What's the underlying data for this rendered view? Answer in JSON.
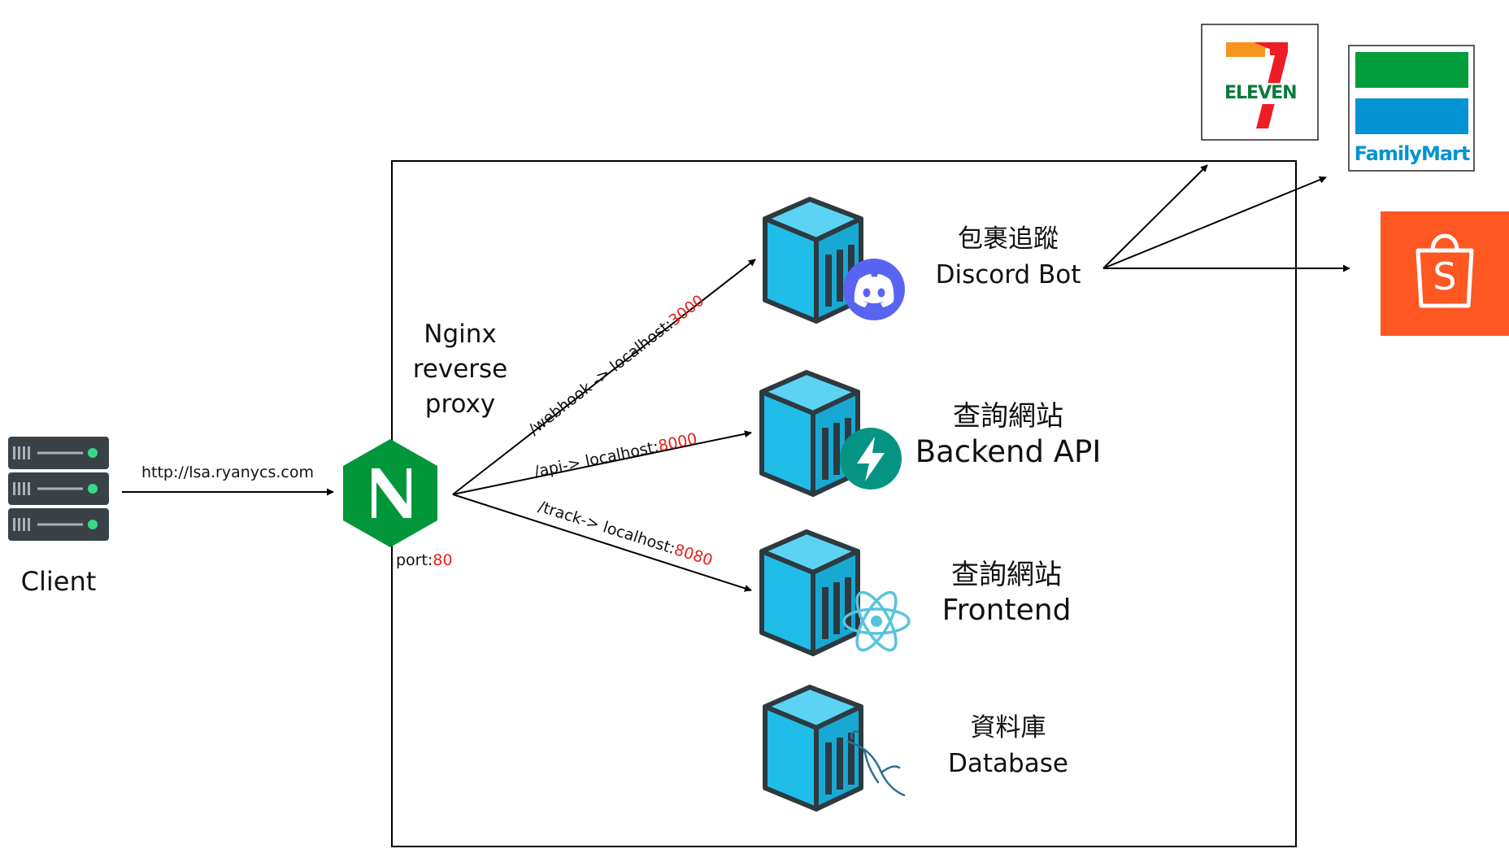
{
  "client": {
    "label": "Client"
  },
  "request": {
    "url": "http://lsa.ryanycs.com"
  },
  "nginx": {
    "title_line1": "Nginx",
    "title_line2": "reverse",
    "title_line3": "proxy",
    "port_prefix": "port:",
    "port": "80",
    "logo_letter": "N"
  },
  "routes": [
    {
      "path": "/webhook -> localhost:",
      "port": "3000"
    },
    {
      "path": "/api-> localhost:",
      "port": "8000"
    },
    {
      "path": "/track-> localhost:",
      "port": "8080"
    }
  ],
  "services": [
    {
      "zh": "包裹追蹤",
      "en": "Discord Bot",
      "icon": "discord-icon"
    },
    {
      "zh": "查詢網站",
      "en": "Backend API",
      "icon": "fastapi-icon"
    },
    {
      "zh": "查詢網站",
      "en": "Frontend",
      "icon": "react-icon"
    },
    {
      "zh": "資料庫",
      "en": "Database",
      "icon": "mysql-icon"
    }
  ],
  "externals": {
    "seven_eleven": {
      "label": "ELEVEN"
    },
    "familymart": {
      "label": "FamilyMart"
    },
    "shopee": {
      "letter": "S"
    }
  },
  "colors": {
    "nginx_green": "#009639",
    "container_blue": "#1fbde8",
    "container_dark": "#2d3a41",
    "discord": "#5865f2",
    "fastapi": "#059484",
    "react": "#58c4dc",
    "shopee": "#fe5722",
    "familymart_green": "#039d3c",
    "familymart_blue": "#0493d3",
    "port_red": "#e5201a"
  }
}
